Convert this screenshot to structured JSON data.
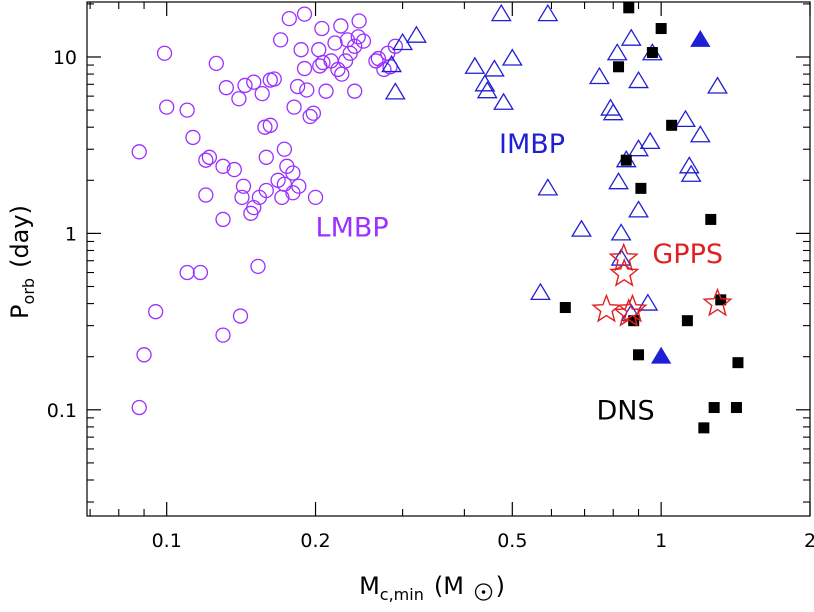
{
  "chart_data": {
    "type": "scatter",
    "title": "",
    "xlabel": {
      "main": "M",
      "sub": "c,min",
      "paren_open": "(M",
      "paren_close": ")"
    },
    "ylabel": {
      "main": "P",
      "sub": "orb",
      "rest": "(day)"
    },
    "x_scale": "log",
    "y_scale": "log",
    "xlim": [
      0.069,
      2.0
    ],
    "ylim": [
      0.025,
      20.5
    ],
    "grid": false,
    "legend": "none",
    "x_ticks": [
      {
        "value": 0.1,
        "label": "0.1"
      },
      {
        "value": 0.2,
        "label": "0.2"
      },
      {
        "value": 0.5,
        "label": "0.5"
      },
      {
        "value": 1,
        "label": "1"
      },
      {
        "value": 2,
        "label": "2"
      }
    ],
    "x_minor_ticks": [
      0.07,
      0.08,
      0.09,
      0.3,
      0.4,
      0.6,
      0.7,
      0.8,
      0.9
    ],
    "y_ticks": [
      {
        "value": 0.1,
        "label": "0.1"
      },
      {
        "value": 1,
        "label": "1"
      },
      {
        "value": 10,
        "label": "10"
      }
    ],
    "y_minor_ticks": [
      0.03,
      0.04,
      0.05,
      0.06,
      0.07,
      0.08,
      0.09,
      0.2,
      0.3,
      0.4,
      0.5,
      0.6,
      0.7,
      0.8,
      0.9,
      2,
      3,
      4,
      5,
      6,
      7,
      8,
      9,
      20
    ],
    "annotations": [
      {
        "text": "LMBP",
        "x": 0.2,
        "y": 0.96,
        "color": "#9b30ff"
      },
      {
        "text": "IMBP",
        "x": 0.47,
        "y": 2.85,
        "color": "#1f1fd6"
      },
      {
        "text": "GPPS",
        "x": 0.96,
        "y": 0.68,
        "color": "#e02020"
      },
      {
        "text": "DNS",
        "x": 0.74,
        "y": 0.088,
        "color": "#000000"
      }
    ],
    "series": [
      {
        "name": "LMBP",
        "marker": "open-circle",
        "color": "#9b30ff",
        "points": [
          [
            0.088,
            2.9
          ],
          [
            0.099,
            10.5
          ],
          [
            0.1,
            5.2
          ],
          [
            0.11,
            0.6
          ],
          [
            0.11,
            5.0
          ],
          [
            0.113,
            3.5
          ],
          [
            0.117,
            0.6
          ],
          [
            0.12,
            1.65
          ],
          [
            0.12,
            2.6
          ],
          [
            0.122,
            2.7
          ],
          [
            0.126,
            9.2
          ],
          [
            0.13,
            2.4
          ],
          [
            0.13,
            1.2
          ],
          [
            0.13,
            0.265
          ],
          [
            0.132,
            6.7
          ],
          [
            0.137,
            2.3
          ],
          [
            0.14,
            5.8
          ],
          [
            0.141,
            0.34
          ],
          [
            0.142,
            1.6
          ],
          [
            0.143,
            1.85
          ],
          [
            0.144,
            6.9
          ],
          [
            0.148,
            1.3
          ],
          [
            0.15,
            1.4
          ],
          [
            0.15,
            7.2
          ],
          [
            0.153,
            0.65
          ],
          [
            0.154,
            1.6
          ],
          [
            0.156,
            6.2
          ],
          [
            0.158,
            4.0
          ],
          [
            0.159,
            1.75
          ],
          [
            0.159,
            2.7
          ],
          [
            0.162,
            7.4
          ],
          [
            0.162,
            4.1
          ],
          [
            0.165,
            7.5
          ],
          [
            0.168,
            2.0
          ],
          [
            0.17,
            12.5
          ],
          [
            0.171,
            1.6
          ],
          [
            0.173,
            3.0
          ],
          [
            0.173,
            1.9
          ],
          [
            0.175,
            2.4
          ],
          [
            0.177,
            16.5
          ],
          [
            0.18,
            2.2
          ],
          [
            0.18,
            1.7
          ],
          [
            0.181,
            5.2
          ],
          [
            0.184,
            6.8
          ],
          [
            0.185,
            1.85
          ],
          [
            0.187,
            11.0
          ],
          [
            0.19,
            17.5
          ],
          [
            0.19,
            8.6
          ],
          [
            0.192,
            6.5
          ],
          [
            0.195,
            4.6
          ],
          [
            0.198,
            4.8
          ],
          [
            0.2,
            1.6
          ],
          [
            0.203,
            11.0
          ],
          [
            0.204,
            8.9
          ],
          [
            0.206,
            14.5
          ],
          [
            0.207,
            9.3
          ],
          [
            0.21,
            6.4
          ],
          [
            0.215,
            9.5
          ],
          [
            0.219,
            12.0
          ],
          [
            0.222,
            8.5
          ],
          [
            0.225,
            15.0
          ],
          [
            0.226,
            8.0
          ],
          [
            0.23,
            9.5
          ],
          [
            0.232,
            12.5
          ],
          [
            0.235,
            10.5
          ],
          [
            0.24,
            11.5
          ],
          [
            0.24,
            6.4
          ],
          [
            0.244,
            13.0
          ],
          [
            0.245,
            16.0
          ],
          [
            0.25,
            12.3
          ],
          [
            0.265,
            9.5
          ],
          [
            0.268,
            9.8
          ],
          [
            0.275,
            8.5
          ],
          [
            0.28,
            10.5
          ],
          [
            0.283,
            8.8
          ],
          [
            0.29,
            11.5
          ],
          [
            0.088,
            0.103
          ],
          [
            0.09,
            0.205
          ],
          [
            0.095,
            0.36
          ]
        ]
      },
      {
        "name": "IMBP",
        "marker": "open-triangle",
        "color": "#1f1fd6",
        "points": [
          [
            0.285,
            9.0
          ],
          [
            0.29,
            6.3
          ],
          [
            0.3,
            12.0
          ],
          [
            0.32,
            13.2
          ],
          [
            0.42,
            8.8
          ],
          [
            0.44,
            7.0
          ],
          [
            0.445,
            6.4
          ],
          [
            0.46,
            8.5
          ],
          [
            0.475,
            17.5
          ],
          [
            0.48,
            5.5
          ],
          [
            0.5,
            9.8
          ],
          [
            0.57,
            0.46
          ],
          [
            0.59,
            1.8
          ],
          [
            0.59,
            17.5
          ],
          [
            0.69,
            1.05
          ],
          [
            0.75,
            7.7
          ],
          [
            0.79,
            5.1
          ],
          [
            0.8,
            4.8
          ],
          [
            0.815,
            10.5
          ],
          [
            0.83,
            1.0
          ],
          [
            0.82,
            1.95
          ],
          [
            0.83,
            0.72
          ],
          [
            0.85,
            2.6
          ],
          [
            0.87,
            12.7
          ],
          [
            0.9,
            3.0
          ],
          [
            0.9,
            7.3
          ],
          [
            0.9,
            1.35
          ],
          [
            0.94,
            0.4
          ],
          [
            0.95,
            3.3
          ],
          [
            0.96,
            10.5
          ],
          [
            1.12,
            4.4
          ],
          [
            1.14,
            2.4
          ],
          [
            1.15,
            2.15
          ],
          [
            1.2,
            3.6
          ],
          [
            1.3,
            6.8
          ],
          [
            0.87,
            0.35
          ]
        ]
      },
      {
        "name": "IMBP-filled",
        "marker": "filled-triangle",
        "color": "#1f1fd6",
        "points": [
          [
            1.2,
            12.5
          ],
          [
            1.0,
            0.2
          ]
        ]
      },
      {
        "name": "DNS",
        "marker": "filled-square",
        "color": "#000000",
        "points": [
          [
            0.64,
            0.38
          ],
          [
            0.82,
            8.8
          ],
          [
            0.85,
            2.6
          ],
          [
            0.86,
            19.0
          ],
          [
            0.88,
            0.32
          ],
          [
            0.9,
            0.205
          ],
          [
            0.91,
            1.8
          ],
          [
            0.96,
            10.6
          ],
          [
            1.0,
            14.5
          ],
          [
            1.05,
            4.1
          ],
          [
            1.13,
            0.32
          ],
          [
            1.26,
            1.2
          ],
          [
            1.32,
            0.42
          ],
          [
            1.22,
            0.079
          ],
          [
            1.28,
            0.103
          ],
          [
            1.42,
            0.103
          ],
          [
            1.43,
            0.185
          ]
        ]
      },
      {
        "name": "GPPS",
        "marker": "open-star",
        "color": "#e02020",
        "points": [
          [
            0.775,
            0.37
          ],
          [
            0.84,
            0.72
          ],
          [
            0.842,
            0.59
          ],
          [
            0.86,
            0.35
          ],
          [
            0.875,
            0.37
          ],
          [
            1.3,
            0.4
          ]
        ]
      }
    ]
  }
}
